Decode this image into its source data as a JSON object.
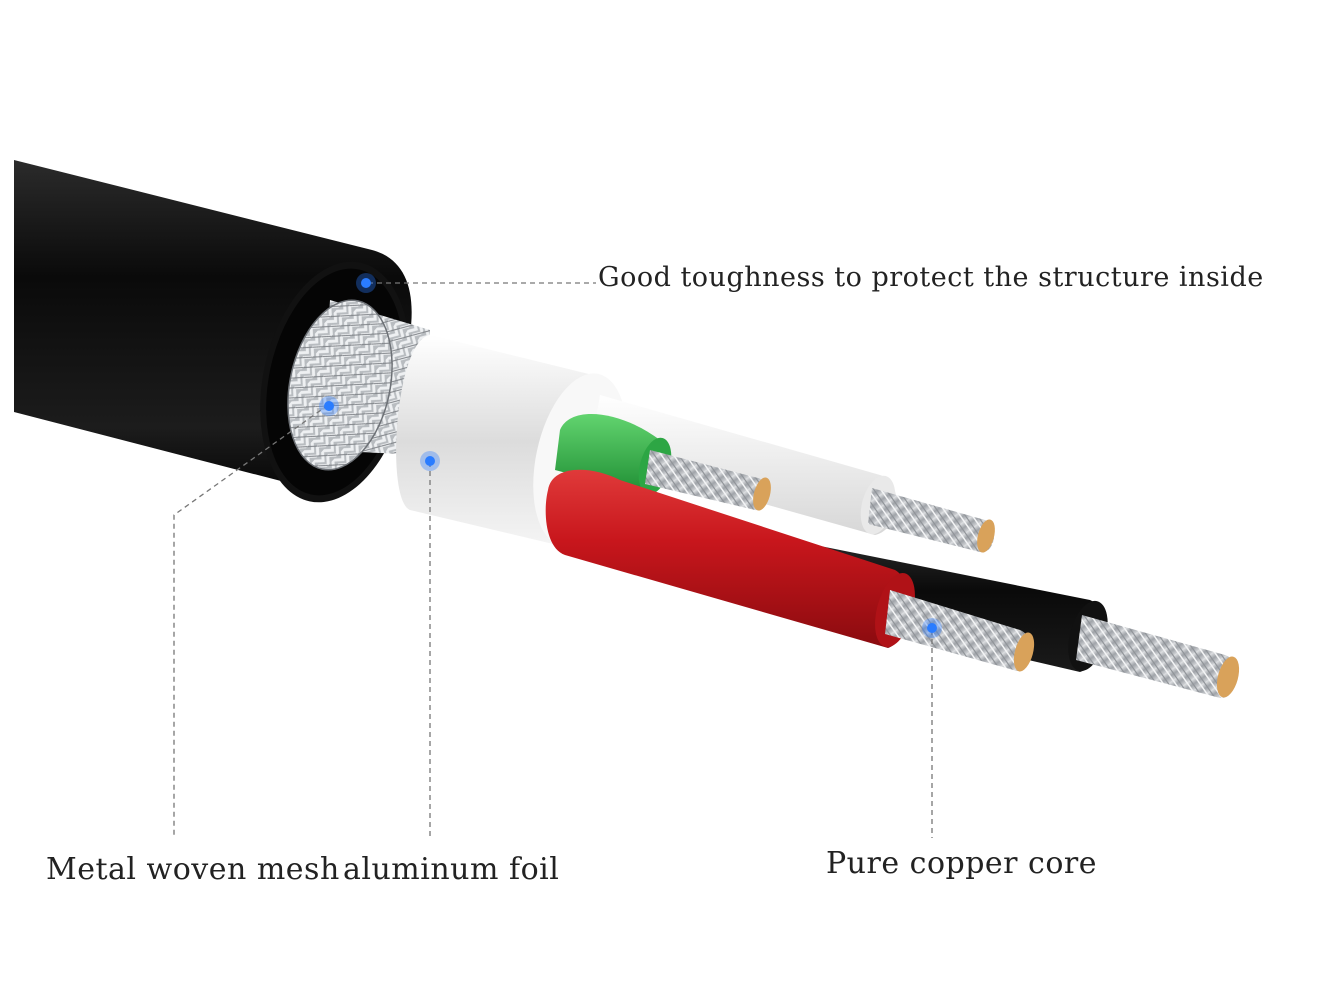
{
  "labels": {
    "jacket": "Good toughness to protect the structure inside",
    "mesh": "Metal woven mesh",
    "foil": "aluminum foil",
    "copper": "Pure copper core"
  },
  "colors": {
    "jacket": "#0d0d0d",
    "foil": "#e8e8e8",
    "green_wire": "#35b84a",
    "red_wire": "#c8161c",
    "white_wire": "#f2f2f2",
    "black_wire": "#111111",
    "strand": "#b9bcc0",
    "copper_end": "#d9a25a",
    "marker": "#2a7cff",
    "leader": "#777777"
  },
  "markers": [
    "jacket-marker",
    "mesh-marker",
    "foil-marker",
    "copper-marker"
  ]
}
